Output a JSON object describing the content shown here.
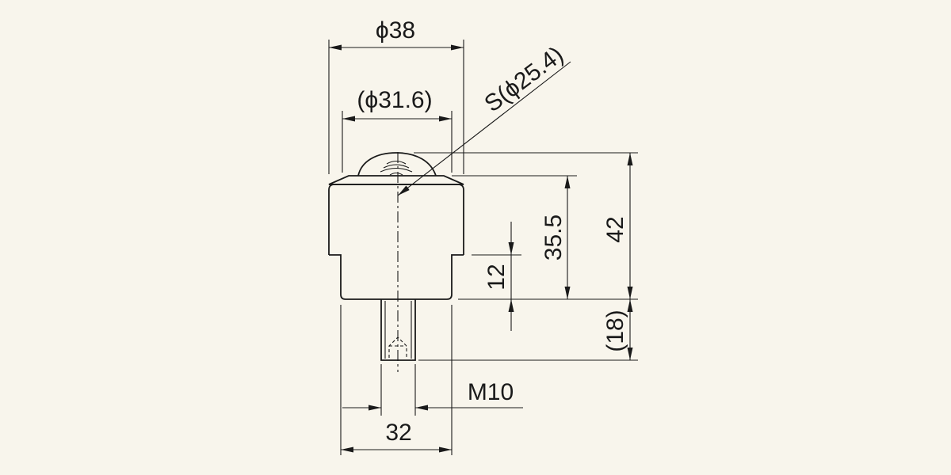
{
  "drawing": {
    "colors": {
      "background": "#f8f5ec",
      "line": "#1a1a1a"
    },
    "dimensions": {
      "outer_diameter": "ϕ38",
      "inner_diameter": "(ϕ31.6)",
      "ball_diameter": "S(ϕ25.4)",
      "total_height": "42",
      "body_height": "35.5",
      "step_height": "12",
      "stud_length": "(18)",
      "thread": "M10",
      "base_width": "32"
    }
  }
}
